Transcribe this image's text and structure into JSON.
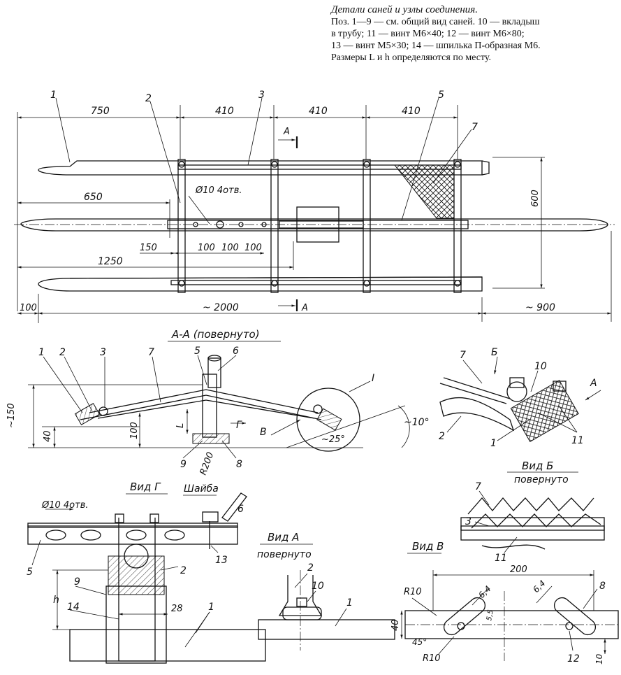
{
  "caption": {
    "title": "Детали саней и узлы соединения.",
    "lines": [
      "Поз. 1—9 — см. общий вид саней. 10 — вкладыш",
      "в трубу; 11 — винт М6×40; 12 — винт М6×80;",
      "13 — винт М5×30; 14 — шпилька П-образная М6.",
      "Размеры L и h определяются по месту."
    ]
  },
  "plan": {
    "dims": {
      "d750": "750",
      "d410a": "410",
      "d410b": "410",
      "d410c": "410",
      "d650": "650",
      "d600": "600",
      "d150": "150",
      "d100a": "100",
      "d100b": "100",
      "d100c": "100",
      "d1250": "1250",
      "d100": "100",
      "d2000": "~ 2000",
      "d900": "~ 900",
      "holes": "Ø10 4отв."
    },
    "section_mark": "А",
    "labels": {
      "p1": "1",
      "p2": "2",
      "p3": "3",
      "p5": "5",
      "p7": "7"
    }
  },
  "section_aa": {
    "title": "А-А (повернуто)",
    "labels": {
      "p1": "1",
      "p2": "2",
      "p3": "3",
      "p7": "7",
      "p5": "5",
      "p6": "6",
      "p9": "9",
      "p8": "8",
      "callout": "I"
    },
    "dims": {
      "d150": "~150",
      "d40": "40",
      "d100": "100",
      "L": "L",
      "R200": "R200",
      "angle10": "~10°",
      "angle25": "~25°",
      "viewG": "Г",
      "viewV": "В"
    }
  },
  "detail_i": {
    "labels": {
      "p7": "7",
      "p10": "10",
      "p2": "2",
      "p1": "1",
      "p11": "11",
      "viewB": "Б",
      "viewA": "А"
    }
  },
  "view_g": {
    "title": "Вид Г",
    "labels": {
      "holes": "Ø10   4отв.",
      "washer": "Шайба",
      "p6": "6",
      "p5": "5",
      "p13": "13",
      "p2": "2",
      "p9": "9",
      "p14": "14",
      "p1": "1",
      "h": "h",
      "d28": "28"
    }
  },
  "view_a": {
    "title": "Вид А",
    "subtitle": "повернуто",
    "labels": {
      "p2": "2",
      "p10": "10",
      "p1": "1"
    }
  },
  "view_b": {
    "title": "Вид Б",
    "subtitle": "повернуто",
    "labels": {
      "p7": "7",
      "p3": "3",
      "p11": "11"
    }
  },
  "view_v": {
    "title": "Вид В",
    "labels": {
      "d200": "200",
      "r10a": "R10",
      "r10b": "R10",
      "d64a": "6,4",
      "d64b": "6,4",
      "d55": "5,5",
      "d40": "40",
      "a45": "45°",
      "d10": "10",
      "p8": "8",
      "p12": "12"
    }
  }
}
